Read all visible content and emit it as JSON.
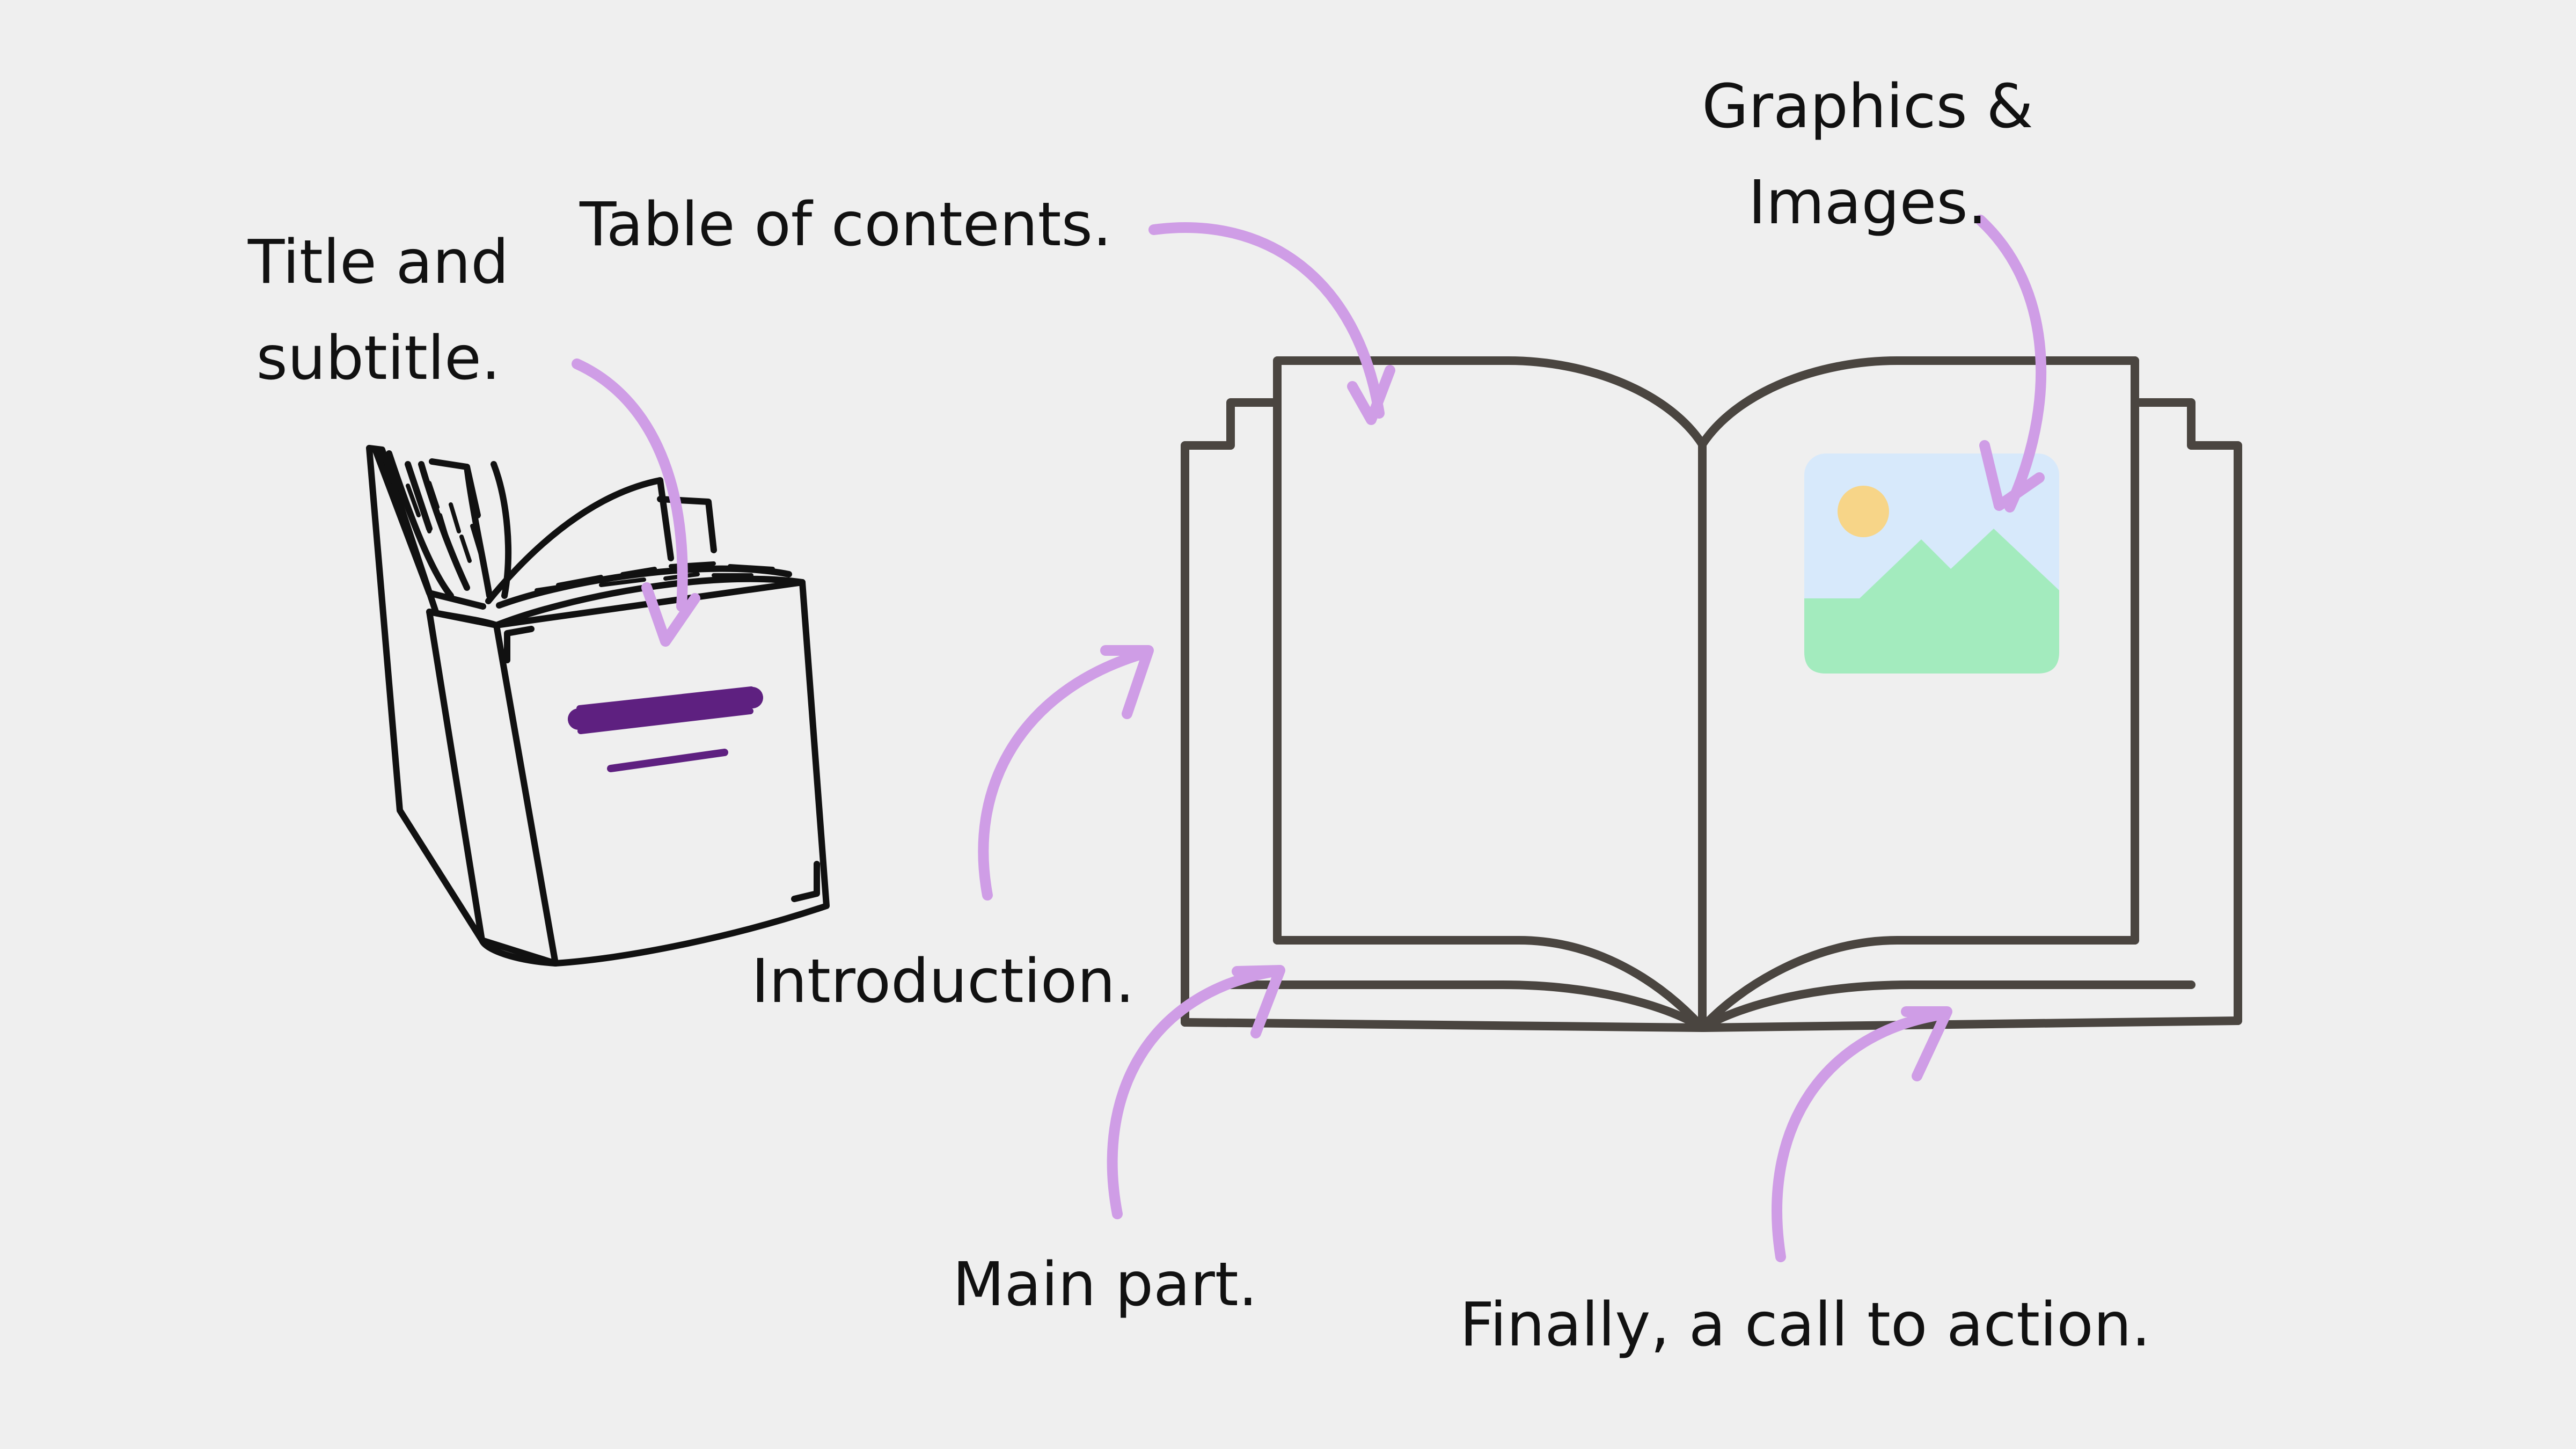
{
  "labels": {
    "title_line1": "Title and",
    "title_line2": "subtitle.",
    "toc": "Table of contents.",
    "graphics_line1": "Graphics &",
    "graphics_line2": "Images.",
    "introduction": "Introduction.",
    "main_part": "Main part.",
    "call_to_action": "Finally, a call to action."
  },
  "colors": {
    "background": "#efefef",
    "book_outline": "#4a4540",
    "arrow": "#cf9de6",
    "title_bar": "#5e2080",
    "image_sky": "#d7e9fb",
    "image_sun": "#f7d588",
    "image_hills": "#a3ebbe"
  },
  "icons": [
    "open-book-icon",
    "small-book-icon",
    "image-placeholder-icon"
  ]
}
